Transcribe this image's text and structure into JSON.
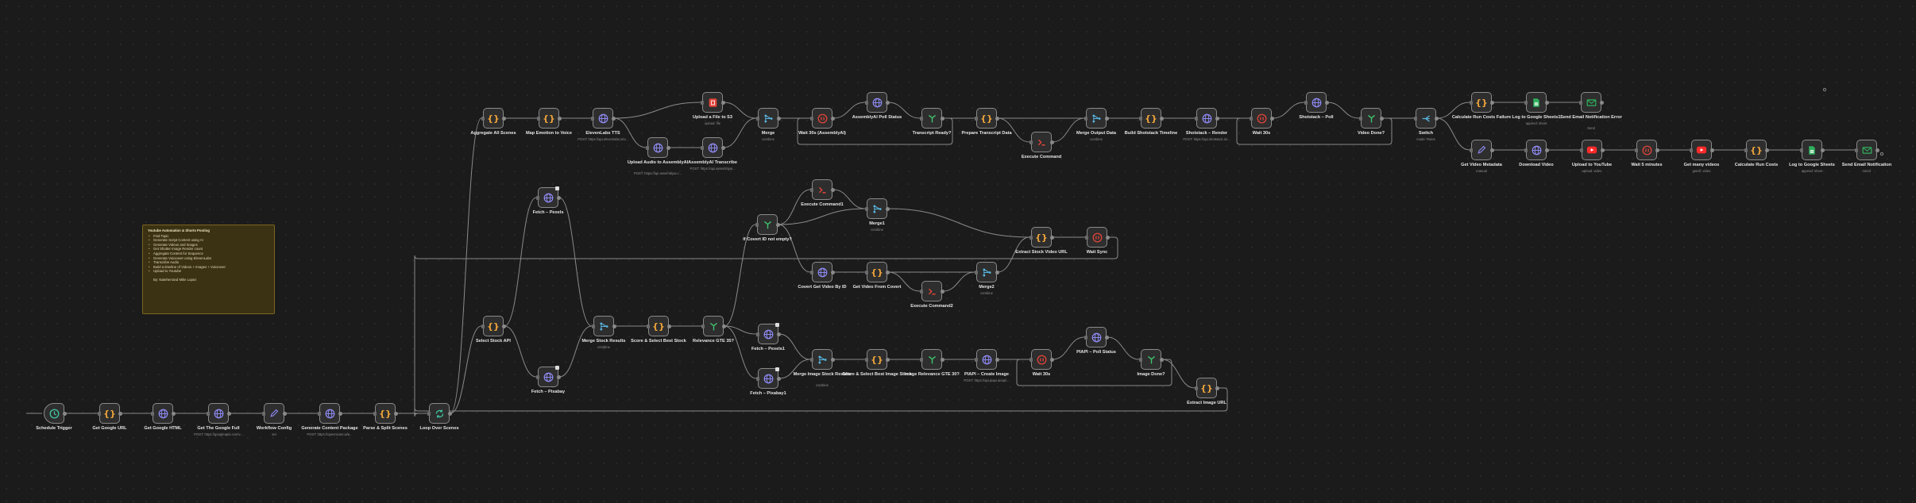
{
  "app": "n8n workflow editor",
  "sticky": {
    "title": "Youtube Automation & Shorts Posting",
    "items": [
      "Find Topic",
      "Generate Script Content using AI",
      "Generate Videos and Images",
      "Get Shutter Image Render count",
      "Aggregate Content for Sequence",
      "Generate Voiceover using ElevenLabs",
      "Transcribe Audio",
      "Build a timeline of Videos + Images + Voiceover",
      "Upload to Youtube"
    ],
    "footer": "By: Nateherrand Mike Lopez"
  },
  "nodes": [
    {
      "id": "schedule_trigger",
      "label": "Schedule Trigger",
      "icon": "clock-icon",
      "color": "#3fc4a4"
    },
    {
      "id": "get_google_url",
      "label": "Get Google URL",
      "icon": "braces-icon",
      "color": "#f0a53a"
    },
    {
      "id": "get_google_html",
      "label": "Get Google HTML",
      "icon": "globe-icon",
      "color": "#8f8bf5"
    },
    {
      "id": "get_google_full",
      "label": "Get The Google Full",
      "sub": "POST: https://googleapis.com/v...",
      "icon": "globe-icon",
      "color": "#8f8bf5"
    },
    {
      "id": "workflow_config",
      "label": "Workflow Config",
      "sub": "set",
      "icon": "pencil-icon",
      "color": "#8f8bf5"
    },
    {
      "id": "generate_content",
      "label": "Generate Content Package",
      "sub": "POST: https://openrouter.ai/a...",
      "icon": "globe-icon",
      "color": "#8f8bf5"
    },
    {
      "id": "parse_split",
      "label": "Parse & Split Scenes",
      "icon": "braces-icon",
      "color": "#f0a53a"
    },
    {
      "id": "loop_scenes",
      "label": "Loop Over Scenes",
      "icon": "loop-icon",
      "color": "#3fc4a4"
    },
    {
      "id": "aggregate_scenes",
      "label": "Aggregate All Scenes",
      "icon": "braces-icon",
      "color": "#f0a53a"
    },
    {
      "id": "map_emotion",
      "label": "Map Emotion to Voice",
      "icon": "braces-icon",
      "color": "#f0a53a"
    },
    {
      "id": "elevenlabs_tts",
      "label": "ElevenLabs TTS",
      "sub": "POST: https://api.elevenlabs.io/v...",
      "icon": "globe-icon",
      "color": "#8f8bf5"
    },
    {
      "id": "upload_s3",
      "label": "Upload a File to S3",
      "sub": "upload: file",
      "icon": "s3-icon",
      "color": "#e0443a"
    },
    {
      "id": "upload_assemblyai",
      "label": "Upload Audio to AssemblyAI",
      "sub": "POST: https://api.assemblyai.c...",
      "icon": "globe-icon",
      "color": "#8f8bf5"
    },
    {
      "id": "assemblyai_transcribe",
      "label": "AssemblyAI Transcribe",
      "sub": "POST: https://api.assemblyai...",
      "icon": "globe-icon",
      "color": "#8f8bf5"
    },
    {
      "id": "merge",
      "label": "Merge",
      "sub": "combine",
      "icon": "merge-icon",
      "color": "#58b6e0"
    },
    {
      "id": "wait_30s_assembly",
      "label": "Wait 30s (AssemblyAI)",
      "icon": "pause-icon",
      "color": "#e0443a"
    },
    {
      "id": "assemblyai_poll",
      "label": "AssemblyAI Poll Status",
      "icon": "globe-icon",
      "color": "#8f8bf5"
    },
    {
      "id": "transcript_ready",
      "label": "Transcript Ready?",
      "icon": "if-icon",
      "color": "#3fc46f"
    },
    {
      "id": "prepare_transcript",
      "label": "Prepare Transcript Data",
      "icon": "braces-icon",
      "color": "#f0a53a"
    },
    {
      "id": "execute_command",
      "label": "Execute Command",
      "icon": "terminal-icon",
      "color": "#e0443a"
    },
    {
      "id": "merge_output",
      "label": "Merge Output Data",
      "sub": "combine",
      "icon": "merge-icon",
      "color": "#58b6e0"
    },
    {
      "id": "build_shotstack",
      "label": "Build Shotstack Timeline",
      "icon": "braces-icon",
      "color": "#f0a53a"
    },
    {
      "id": "shotstack_render",
      "label": "Shotstack – Render",
      "sub": "POST: https://api.shotstack.io/...",
      "icon": "globe-icon",
      "color": "#8f8bf5"
    },
    {
      "id": "wait_30s",
      "label": "Wait 30s",
      "icon": "pause-icon",
      "color": "#e0443a"
    },
    {
      "id": "shotstack_poll",
      "label": "Shotstack – Poll",
      "icon": "globe-icon",
      "color": "#8f8bf5"
    },
    {
      "id": "video_done",
      "label": "Video Done?",
      "icon": "if-icon",
      "color": "#3fc46f"
    },
    {
      "id": "switch",
      "label": "Switch",
      "sub": "mode: Rules",
      "icon": "switch-icon",
      "color": "#58b6e0"
    },
    {
      "id": "calc_run_costs_failure",
      "label": "Calculate Run Costs Failure",
      "icon": "braces-icon",
      "color": "#f0a53a"
    },
    {
      "id": "log_sheets_1",
      "label": "Log to Google Sheets1",
      "sub": "append: sheet",
      "icon": "sheets-icon",
      "color": "#2fb05c"
    },
    {
      "id": "send_email_error",
      "label": "Send Email Notification Error",
      "sub": "Send",
      "icon": "mail-icon",
      "color": "#2fb05c"
    },
    {
      "id": "get_video_metadata",
      "label": "Get Video Metadata",
      "sub": "manual",
      "icon": "pencil-icon",
      "color": "#8f8bf5"
    },
    {
      "id": "download_video",
      "label": "Download Video",
      "icon": "globe-icon",
      "color": "#8f8bf5"
    },
    {
      "id": "upload_youtube",
      "label": "Upload to YouTube",
      "sub": "upload: video",
      "icon": "youtube-icon",
      "color": "#ff2b2b"
    },
    {
      "id": "wait_5min",
      "label": "Wait 5 minutes",
      "icon": "pause-icon",
      "color": "#e0443a"
    },
    {
      "id": "get_many_videos",
      "label": "Get many videos",
      "sub": "getAll: video",
      "icon": "youtube-icon",
      "color": "#ff2b2b"
    },
    {
      "id": "calc_run_costs",
      "label": "Calculate Run Costs",
      "icon": "braces-icon",
      "color": "#f0a53a"
    },
    {
      "id": "log_sheets",
      "label": "Log to Google Sheets",
      "sub": "append: sheet",
      "icon": "sheets-icon",
      "color": "#2fb05c"
    },
    {
      "id": "send_email",
      "label": "Send Email Notification",
      "sub": "Send",
      "icon": "mail-icon",
      "color": "#2fb05c"
    },
    {
      "id": "fetch_pexels",
      "label": "Fetch – Pexels",
      "icon": "globe-icon",
      "color": "#8f8bf5"
    },
    {
      "id": "select_stock_api",
      "label": "Select Stock API",
      "icon": "braces-icon",
      "color": "#f0a53a"
    },
    {
      "id": "fetch_pixabay",
      "label": "Fetch – Pixabay",
      "icon": "globe-icon",
      "color": "#8f8bf5"
    },
    {
      "id": "merge_stock_results",
      "label": "Merge Stock Results",
      "sub": "combine",
      "icon": "merge-icon",
      "color": "#58b6e0"
    },
    {
      "id": "score_select_stock",
      "label": "Score & Select Best Stock",
      "icon": "braces-icon",
      "color": "#f0a53a"
    },
    {
      "id": "relevance_gte",
      "label": "Relevance GTE 35?",
      "icon": "if-icon",
      "color": "#3fc46f"
    },
    {
      "id": "execute_command1",
      "label": "Execute Command1",
      "icon": "terminal-icon",
      "color": "#e0443a"
    },
    {
      "id": "merge1",
      "label": "Merge1",
      "sub": "combine",
      "icon": "merge-icon",
      "color": "#58b6e0"
    },
    {
      "id": "if_covert_empty",
      "label": "If Covert ID not empty?",
      "icon": "if-icon",
      "color": "#3fc46f"
    },
    {
      "id": "covert_get_video",
      "label": "Covert Get Video By ID",
      "icon": "globe-icon",
      "color": "#8f8bf5"
    },
    {
      "id": "get_video_from_covert",
      "label": "Get Video From Covert",
      "icon": "braces-icon",
      "color": "#f0a53a"
    },
    {
      "id": "execute_command2",
      "label": "Execute Command2",
      "icon": "terminal-icon",
      "color": "#e0443a"
    },
    {
      "id": "merge2",
      "label": "Merge2",
      "sub": "combine",
      "icon": "merge-icon",
      "color": "#58b6e0"
    },
    {
      "id": "extract_stock_video",
      "label": "Extract Stock Video URL",
      "icon": "braces-icon",
      "color": "#f0a53a"
    },
    {
      "id": "wait_sync",
      "label": "Wait Sync",
      "icon": "pause-icon",
      "color": "#e0443a"
    },
    {
      "id": "fetch_pexels1",
      "label": "Fetch – Pexels1",
      "icon": "globe-icon",
      "color": "#8f8bf5"
    },
    {
      "id": "fetch_pixabay1",
      "label": "Fetch – Pixabay1",
      "icon": "globe-icon",
      "color": "#8f8bf5"
    },
    {
      "id": "merge_image_stock",
      "label": "Merge Image Stock Results",
      "sub": "combine",
      "icon": "merge-icon",
      "color": "#58b6e0"
    },
    {
      "id": "score_select_image",
      "label": "Score & Select Best Image Stock",
      "icon": "braces-icon",
      "color": "#f0a53a"
    },
    {
      "id": "image_relevance",
      "label": "Image Relevance GTE 30?",
      "icon": "if-icon",
      "color": "#3fc46f"
    },
    {
      "id": "piapi_create_image",
      "label": "PIAPI – Create Image",
      "sub": "POST: https://api.piapi.ai/api/...",
      "icon": "globe-icon",
      "color": "#8f8bf5"
    },
    {
      "id": "wait_30s_b",
      "label": "Wait 30s",
      "icon": "pause-icon",
      "color": "#e0443a"
    },
    {
      "id": "piapi_poll",
      "label": "PIAPI – Poll Status",
      "icon": "globe-icon",
      "color": "#8f8bf5"
    },
    {
      "id": "image_done",
      "label": "Image Done?",
      "icon": "if-icon",
      "color": "#3fc46f"
    },
    {
      "id": "extract_image_url",
      "label": "Extract Image URL",
      "icon": "braces-icon",
      "color": "#f0a53a"
    }
  ]
}
